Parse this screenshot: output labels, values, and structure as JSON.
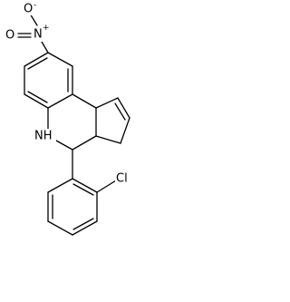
{
  "molecule": {
    "nitro_nitrogen": "N",
    "nitro_nitrogen_charge": "+",
    "nitro_oxygen_top": "O",
    "nitro_oxygen_top_charge": "-",
    "nitro_oxygen_left": "O",
    "amine": "NH",
    "chlorine": "Cl"
  }
}
